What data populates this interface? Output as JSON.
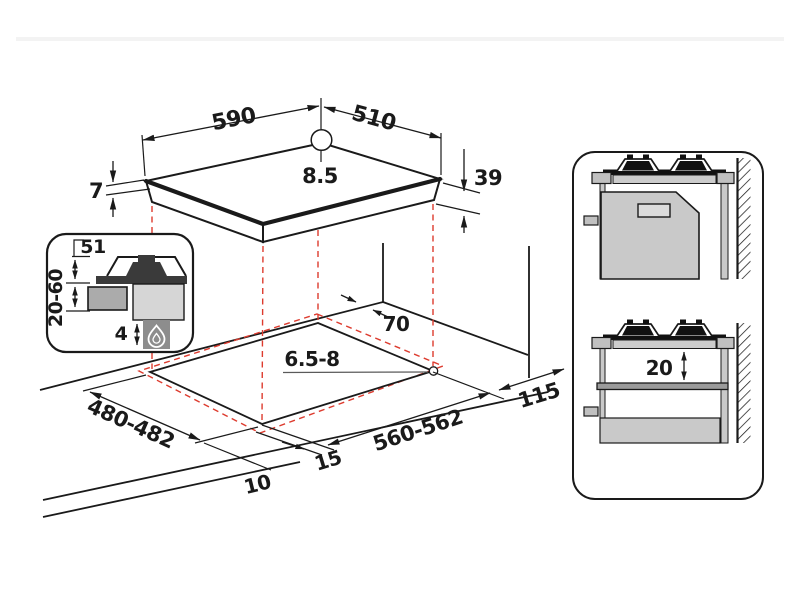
{
  "hob": {
    "width": "590",
    "depth": "510",
    "knob_hole": "8.5",
    "top_plate_height": "7",
    "body_height": "39"
  },
  "inset": {
    "burner_height": "51",
    "worktop_thickness": "20-60",
    "min_gap_below": "4"
  },
  "cutout": {
    "rear_clearance": "70",
    "fixing_hole": "6.5-8",
    "depth": "480-482",
    "width": "560-562",
    "side_clearance": "115",
    "front_offset": "15",
    "front_min": "10"
  },
  "panel": {
    "shelf_clearance": "20"
  },
  "colors": {
    "line": "#1a1a1a",
    "projection_red": "#dd3b2e",
    "metal_dark": "#3a3a3a",
    "cabinet_gray": "#c9c9c9",
    "shelf_gray": "#9b9b9b",
    "flame_badge_gray": "#8d8d8d"
  }
}
